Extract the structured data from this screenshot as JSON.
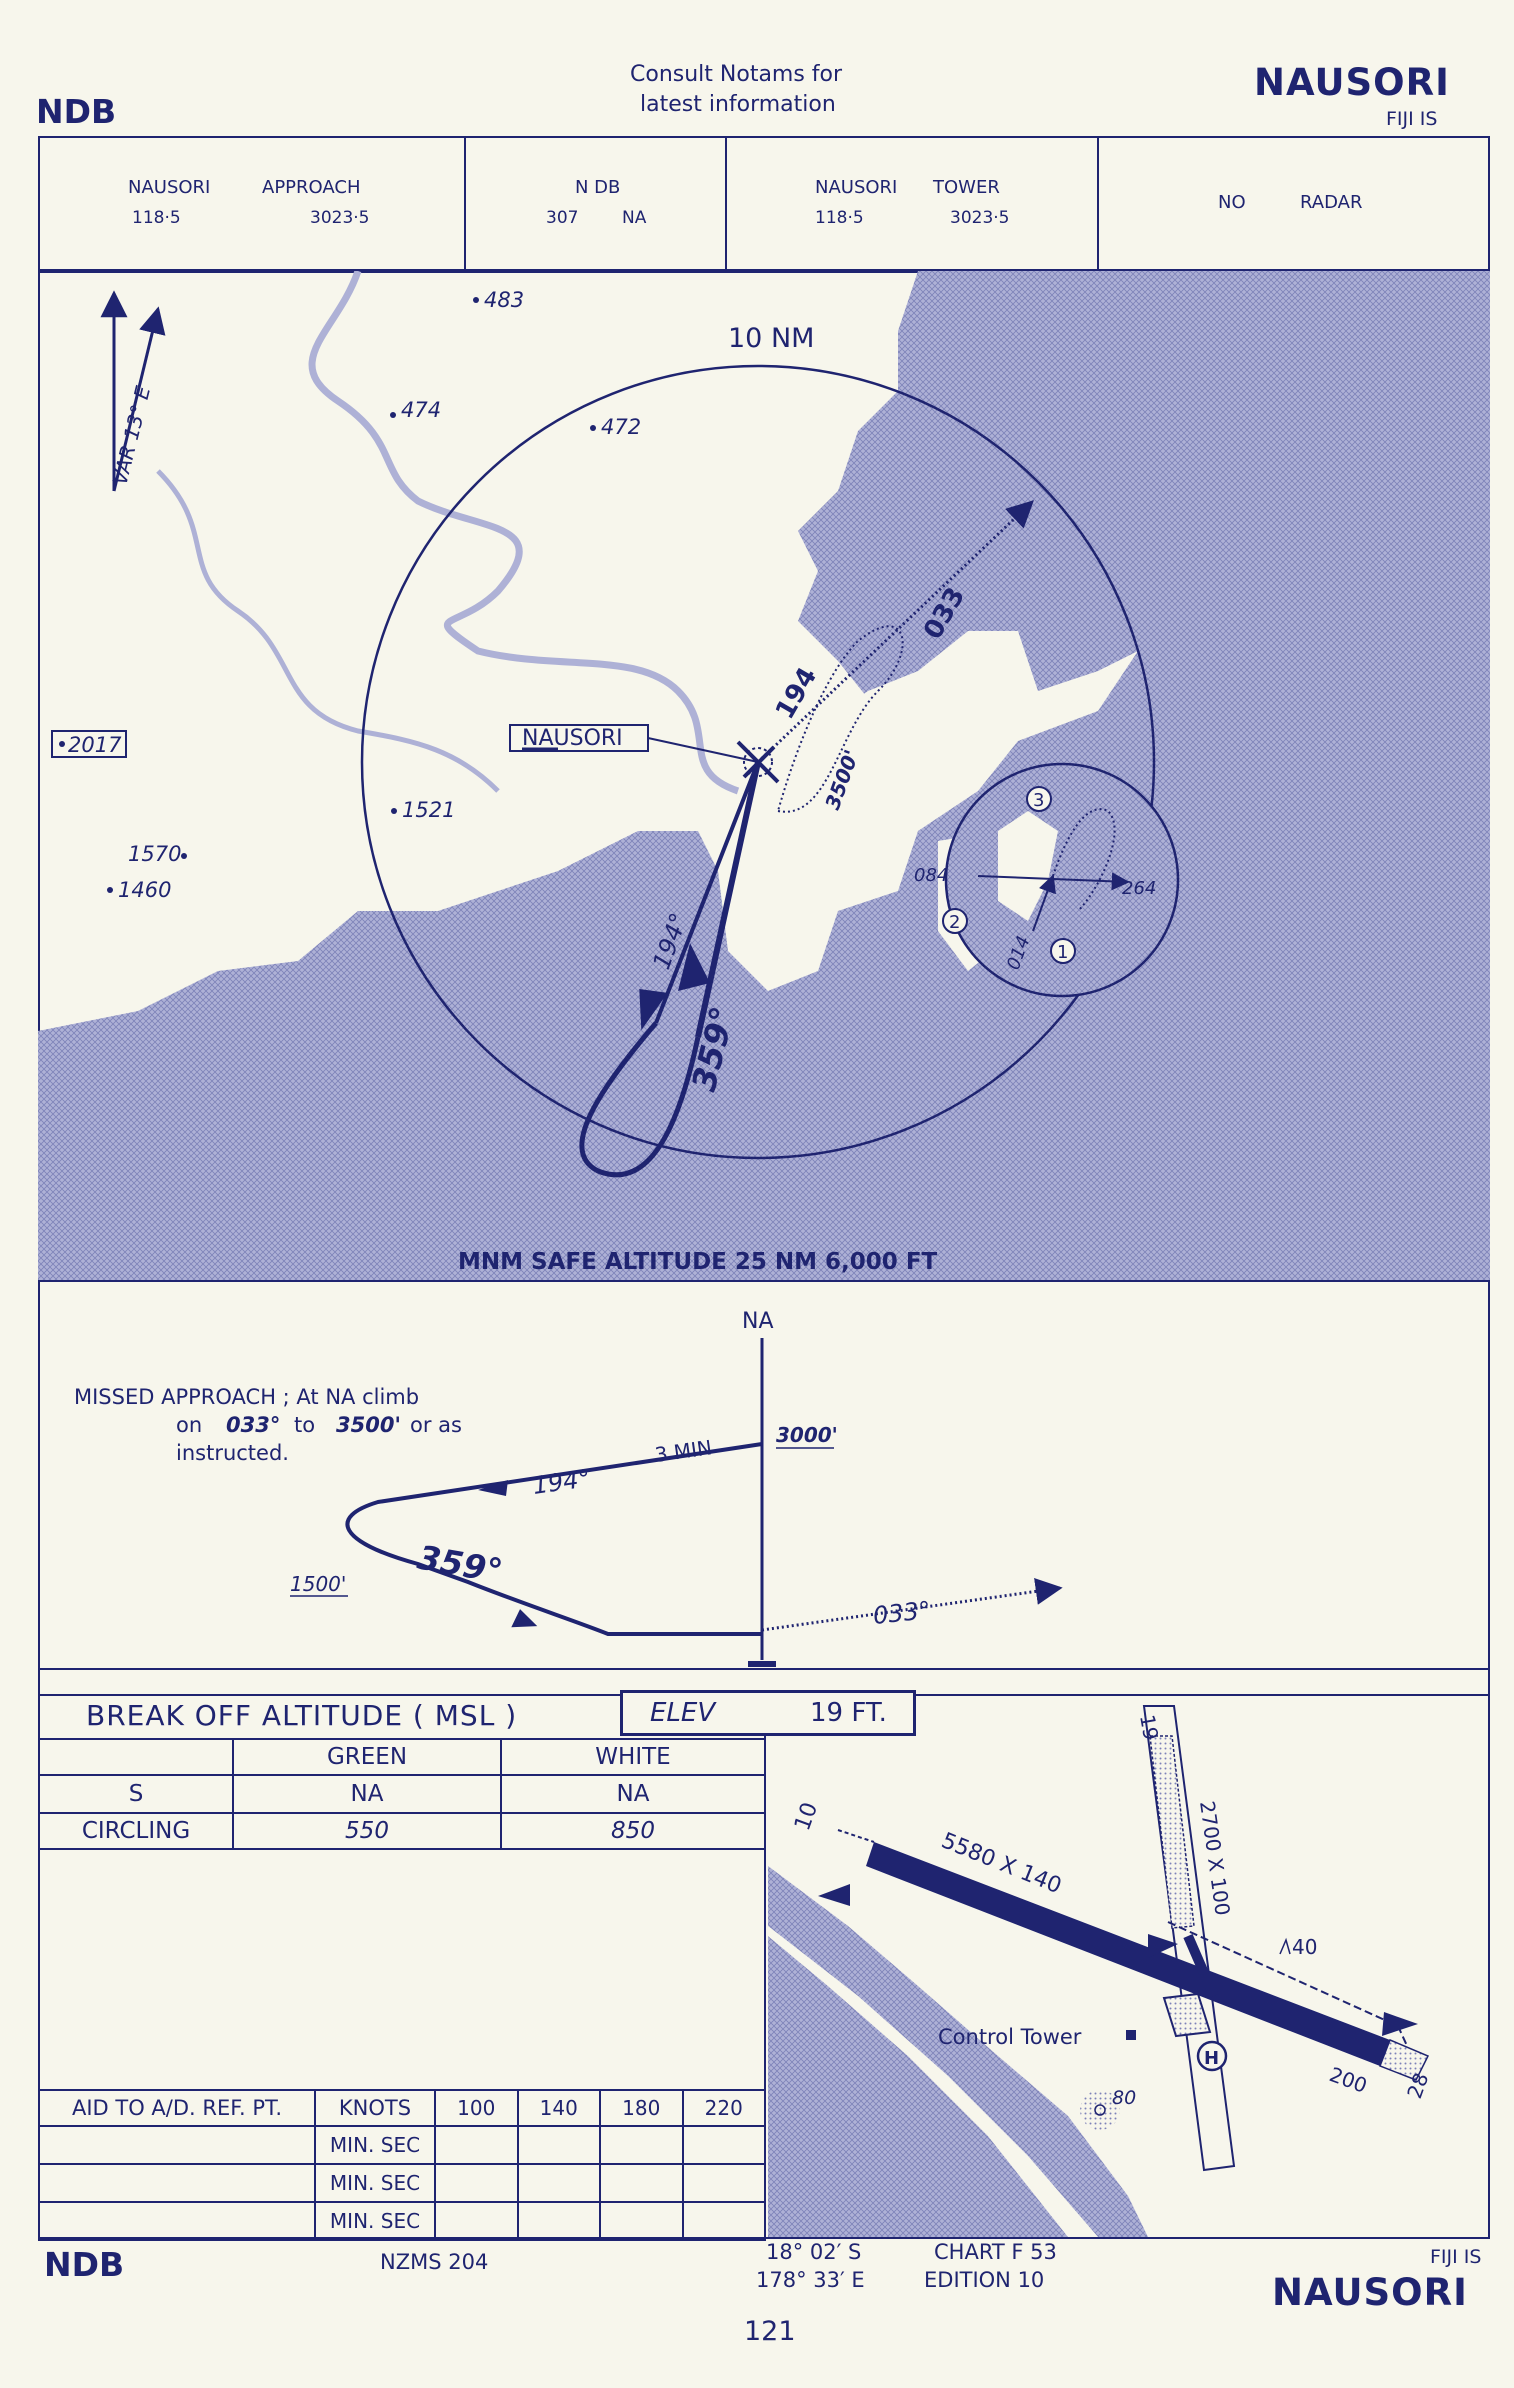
{
  "header": {
    "type_label": "NDB",
    "notice_line1": "Consult Notams for",
    "notice_line2": "latest information",
    "airport": "NAUSORI",
    "region": "FIJI IS"
  },
  "frequencies": {
    "approach": {
      "label": "NAUSORI",
      "label2": "APPROACH",
      "freq1": "118·5",
      "freq2": "3023·5"
    },
    "ndb": {
      "label": "N DB",
      "freq": "307",
      "ident": "NA"
    },
    "tower": {
      "label": "NAUSORI",
      "label2": "TOWER",
      "freq1": "118·5",
      "freq2": "3023·5"
    },
    "radar": {
      "label": "NO",
      "label2": "RADAR"
    }
  },
  "plan_view": {
    "variation": "VAR 13° E",
    "range_ring": "10 NM",
    "station_label": "NAUSORI",
    "spot_heights": [
      "483",
      "474",
      "472",
      "2017",
      "1521",
      "1570",
      "1460"
    ],
    "outbound_track": "194",
    "inbound_track": "359°",
    "outbound_track_deg": "194°",
    "missed_track": "033",
    "hold_altitude": "3500'",
    "inset": {
      "t1": "084",
      "t2": "264",
      "t3": "014",
      "n1": "1",
      "n2": "2",
      "n3": "3"
    },
    "msa": "MNM SAFE ALTITUDE  25 NM  6,000 FT"
  },
  "profile": {
    "fix": "NA",
    "missed_text_line1": "MISSED APPROACH ; At NA climb",
    "missed_text_line2a": "on",
    "missed_text_track": "033°",
    "missed_text_to": "to",
    "missed_text_alt": "3500'",
    "missed_text_line2b": "or as",
    "missed_text_line3": "instructed.",
    "outbound_track": "194°",
    "outbound_time": "3 MIN",
    "fix_altitude": "3000'",
    "turn_altitude": "1500'",
    "inbound_track": "359°",
    "missed_track": "033°"
  },
  "minima": {
    "title": "BREAK OFF ALTITUDE  ( MSL )",
    "elev_label": "ELEV",
    "elev_value": "19 FT.",
    "col_green": "GREEN",
    "col_white": "WHITE",
    "rows": [
      {
        "label": "S",
        "green": "NA",
        "white": "NA"
      },
      {
        "label": "CIRCLING",
        "green": "550",
        "white": "850"
      }
    ]
  },
  "timing": {
    "col_aid": "AID TO A/D. REF. PT.",
    "col_knots": "KNOTS",
    "speeds": [
      "100",
      "140",
      "180",
      "220"
    ],
    "row_label": "MIN. SEC"
  },
  "aerodrome": {
    "rwy_main": "5580 X 140",
    "rwy_cross": "2700 X 100",
    "rwy10": "10",
    "rwy28": "28",
    "rwy19": "19",
    "disp": "200",
    "control_tower": "Control Tower",
    "obst1": "40",
    "obst2": "80",
    "heli": "H"
  },
  "footer": {
    "type_label": "NDB",
    "map_ref": "NZMS  204",
    "lat": "18° 02′ S",
    "lon": "178° 33′ E",
    "chart": "CHART   F 53",
    "edition": "EDITION 10",
    "region": "FIJI IS",
    "airport": "NAUSORI",
    "page": "121"
  }
}
